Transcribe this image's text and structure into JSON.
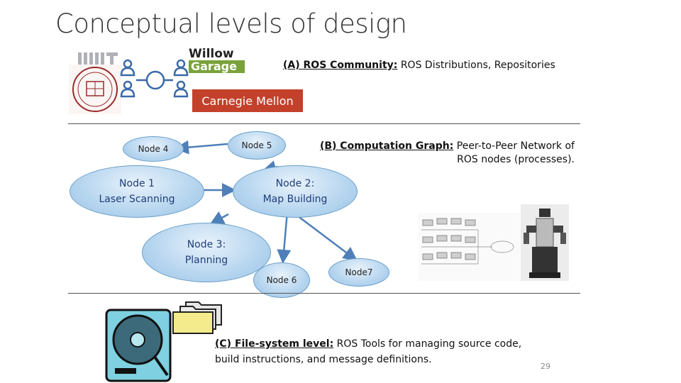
{
  "title": "Conceptual levels of design",
  "community": {
    "label": "(A) ROS Community:",
    "text": "ROS Distributions, Repositories",
    "cmu": "Carnegie Mellon",
    "willow_line1": "Willow",
    "willow_line2": "Garage"
  },
  "computation": {
    "label": "(B) Computation Graph:",
    "text": "Peer-to-Peer Network of",
    "text2": "ROS nodes (processes)."
  },
  "nodes": {
    "n4": "Node 4",
    "n5": "Node 5",
    "n1a": "Node 1",
    "n1b": "Laser Scanning",
    "n2a": "Node 2:",
    "n2b": "Map Building",
    "n3a": "Node 3:",
    "n3b": "Planning",
    "n6": "Node 6",
    "n7": "Node7"
  },
  "filesystem": {
    "label": "(C) File-system level:",
    "text": "ROS Tools for managing source code,",
    "text2": "build instructions, and message definitions."
  },
  "page_number": "29",
  "colors": {
    "node_fill": "#b6d5ef",
    "node_text": "#1f3d7a",
    "arrow": "#4e7fb8",
    "cmu": "#c3402b"
  }
}
